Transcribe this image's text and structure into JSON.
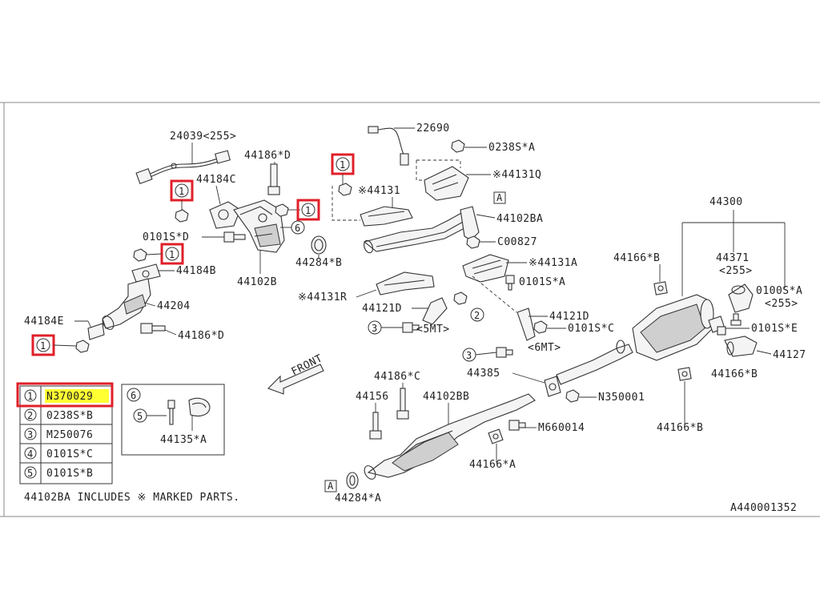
{
  "diagram": {
    "labels": {
      "l24039": "24039<255>",
      "l44186d_top": "44186*D",
      "l44184c": "44184C",
      "l0101sd": "0101S*D",
      "l44184b": "44184B",
      "l44204": "44204",
      "l44184e": "44184E",
      "l44186d_bot": "44186*D",
      "l44102b": "44102B",
      "l44284b": "44284*B",
      "l22690": "22690",
      "l0238sa": "0238S*A",
      "l44131q": "※44131Q",
      "l44131": "※44131",
      "l44102ba": "44102BA",
      "lc00827": "C00827",
      "l44131a": "※44131A",
      "l0101sa": "0101S*A",
      "l44131r": "※44131R",
      "l44121d_l": "44121D",
      "l5mt": "<5MT>",
      "l44121d_r": "44121D",
      "l0101sc": "0101S*C",
      "l6mt": "<6MT>",
      "l44385": "44385",
      "l44186c": "44186*C",
      "l44156": "44156",
      "l44102bb": "44102BB",
      "ln350001": "N350001",
      "lm660014": "M660014",
      "l44166a": "44166*A",
      "l44284a": "44284*A",
      "l44300": "44300",
      "l44166b_top": "44166*B",
      "l44371": "44371",
      "l255a": "<255>",
      "l0100sa": "0100S*A",
      "l255b": "<255>",
      "l0101se": "0101S*E",
      "l44127": "44127",
      "l44166b_right": "44166*B",
      "l44166b_bot": "44166*B",
      "front": "FRONT",
      "ref_a": "A",
      "c1": "1",
      "c2": "2",
      "c3": "3",
      "c5": "5",
      "c6": "6",
      "footnote": "44102BA INCLUDES ※ MARKED PARTS.",
      "drawing_id": "A440001352"
    },
    "legend": [
      {
        "num": "1",
        "part": "N370029"
      },
      {
        "num": "2",
        "part": "0238S*B"
      },
      {
        "num": "3",
        "part": "M250076"
      },
      {
        "num": "4",
        "part": "0101S*C"
      },
      {
        "num": "5",
        "part": "0101S*B"
      }
    ],
    "inset": {
      "num": "6",
      "sub": "5",
      "part": "44135*A"
    },
    "colors": {
      "highlight_box": "#e0202a",
      "highlight_fill": "#ffff33",
      "line": "#333333"
    }
  }
}
